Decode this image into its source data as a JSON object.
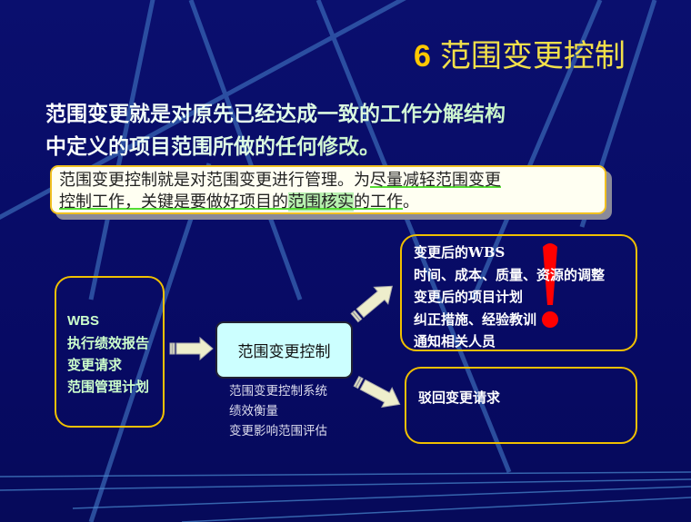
{
  "title": {
    "number": "6",
    "text": "范围变更控制"
  },
  "intro": {
    "line1": "范围变更就是对原先已经达成一致的工作分解结构",
    "line2": "中定义的项目范围所做的任何修改。"
  },
  "callout": {
    "seg1": "范围变更控制就是对范围变更进行管理。为",
    "seg2": "尽量减轻范围变更",
    "seg3": "控制工作，",
    "seg4": "关键是要做好项目的",
    "seg5": "范围核实",
    "seg6": "的工作",
    "seg7": "。"
  },
  "inputs": {
    "items": [
      "WBS",
      "执行绩效报告",
      "变更请求",
      "范围管理计划"
    ]
  },
  "process": {
    "label": "范围变更控制",
    "tools": [
      "范围变更控制系统",
      "绩效衡量",
      "变更影响范围评估"
    ]
  },
  "outputs_approved": {
    "items": [
      "变更后的WBS",
      "时间、成本、质量、资源的调整",
      "变更后的项目计划",
      "纠正措施、经验教训",
      "通知相关人员"
    ]
  },
  "outputs_rejected": {
    "items": [
      "驳回变更请求"
    ]
  },
  "colors": {
    "background": "#0a0f6e",
    "title": "#f2e04a",
    "box_border": "#f0c000",
    "process_fill": "#ccffff",
    "callout_fill": "#fffff2",
    "exclamation": "#ff0000",
    "arrow": "#eeeecc"
  },
  "icons": [
    "exclamation-icon",
    "arrow-right-icon",
    "arrow-up-right-icon",
    "arrow-down-right-icon"
  ]
}
